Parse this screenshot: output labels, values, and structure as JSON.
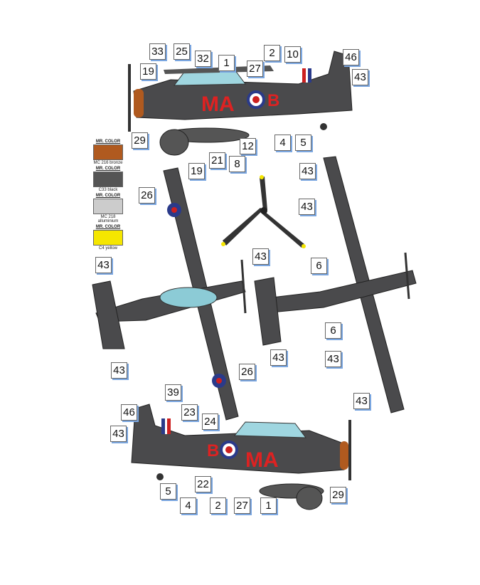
{
  "legend": [
    {
      "brand": "MR. COLOR",
      "name": "MC 216 bronze",
      "color": "#b05a1f"
    },
    {
      "brand": "MR. COLOR",
      "name": "C33 black",
      "color": "#555555"
    },
    {
      "brand": "MR. COLOR",
      "name": "MC 218 alluminium",
      "color": "#cccccc"
    },
    {
      "brand": "MR. COLOR",
      "name": "C4 yellow",
      "color": "#f5e600"
    }
  ],
  "markings": {
    "code_left": "MA",
    "code_right": "B"
  },
  "callouts": [
    {
      "n": "33"
    },
    {
      "n": "25"
    },
    {
      "n": "32"
    },
    {
      "n": "1"
    },
    {
      "n": "2"
    },
    {
      "n": "10"
    },
    {
      "n": "27"
    },
    {
      "n": "46"
    },
    {
      "n": "43"
    },
    {
      "n": "19"
    },
    {
      "n": "29"
    },
    {
      "n": "4"
    },
    {
      "n": "5"
    },
    {
      "n": "12"
    },
    {
      "n": "21"
    },
    {
      "n": "8"
    },
    {
      "n": "19"
    },
    {
      "n": "26"
    },
    {
      "n": "43"
    },
    {
      "n": "43"
    },
    {
      "n": "43"
    },
    {
      "n": "6"
    },
    {
      "n": "43"
    },
    {
      "n": "43"
    },
    {
      "n": "26"
    },
    {
      "n": "6"
    },
    {
      "n": "43"
    },
    {
      "n": "43"
    },
    {
      "n": "43"
    },
    {
      "n": "39"
    },
    {
      "n": "23"
    },
    {
      "n": "24"
    },
    {
      "n": "46"
    },
    {
      "n": "43"
    },
    {
      "n": "5"
    },
    {
      "n": "22"
    },
    {
      "n": "4"
    },
    {
      "n": "2"
    },
    {
      "n": "27"
    },
    {
      "n": "1"
    },
    {
      "n": "29"
    }
  ]
}
